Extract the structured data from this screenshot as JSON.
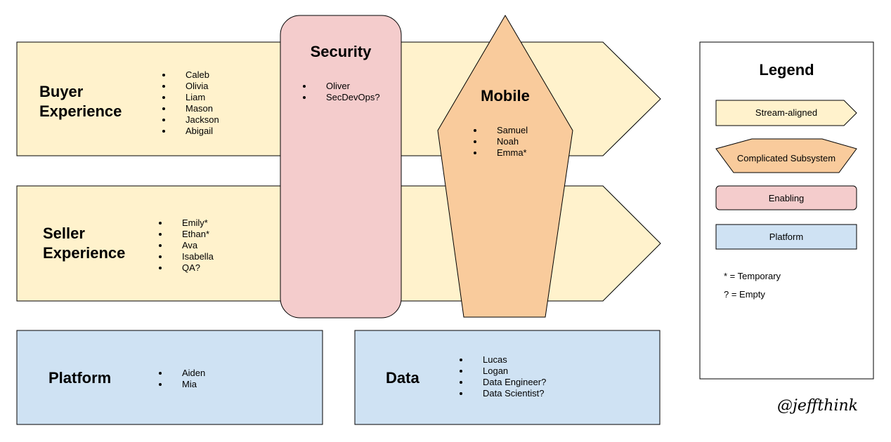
{
  "colors": {
    "stream_aligned": "#fff2cc",
    "complicated_subsystem": "#f9cb9c",
    "enabling": "#f4cccc",
    "platform": "#cfe2f3",
    "stroke": "#000000"
  },
  "teams": {
    "buyer": {
      "title_line1": "Buyer",
      "title_line2": "Experience",
      "members": [
        "Caleb",
        "Olivia",
        "Liam",
        "Mason",
        "Jackson",
        "Abigail"
      ]
    },
    "seller": {
      "title_line1": "Seller",
      "title_line2": "Experience",
      "members": [
        "Emily*",
        "Ethan*",
        "Ava",
        "Isabella",
        "QA?"
      ]
    },
    "security": {
      "title": "Security",
      "members": [
        "Oliver",
        "SecDevOps?"
      ]
    },
    "mobile": {
      "title": "Mobile",
      "members": [
        "Samuel",
        "Noah",
        "Emma*"
      ]
    },
    "platform": {
      "title": "Platform",
      "members": [
        "Aiden",
        "Mia"
      ]
    },
    "data": {
      "title": "Data",
      "members": [
        "Lucas",
        "Logan",
        "Data Engineer?",
        "Data Scientist?"
      ]
    }
  },
  "legend": {
    "title": "Legend",
    "items": [
      "Stream-aligned",
      "Complicated Subsystem",
      "Enabling",
      "Platform"
    ],
    "notes": [
      "* = Temporary",
      "? = Empty"
    ]
  },
  "signature": "@jeffthink"
}
